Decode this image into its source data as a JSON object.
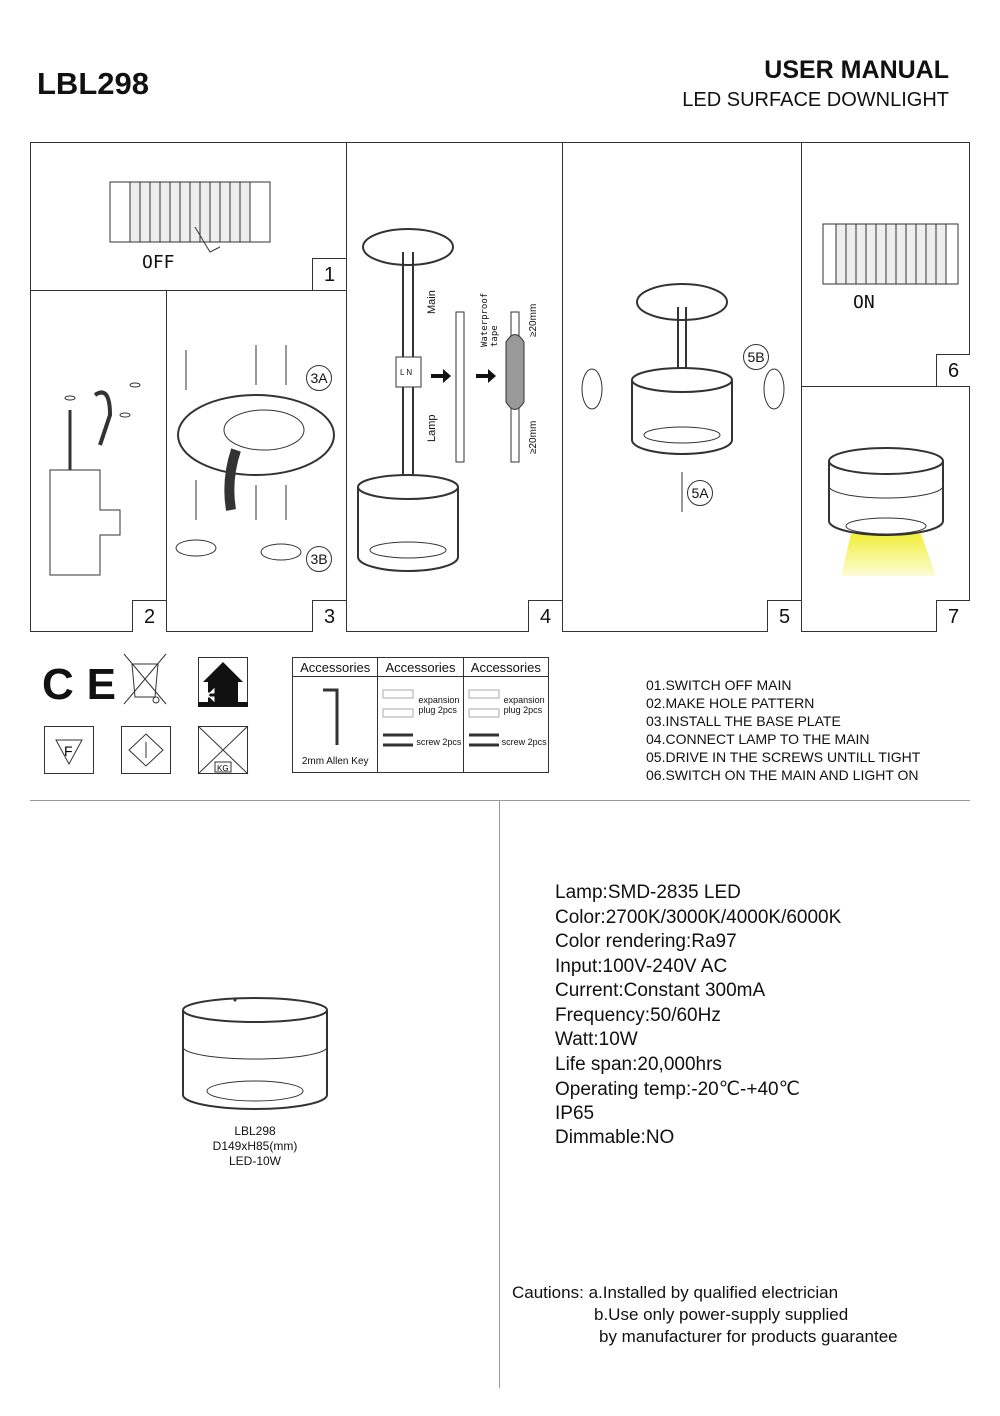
{
  "header": {
    "model": "LBL298",
    "title": "USER MANUAL",
    "subtitle": "LED SURFACE DOWNLIGHT"
  },
  "panels": {
    "p1": {
      "number": "1",
      "label": "OFF"
    },
    "p2": {
      "number": "2"
    },
    "p3": {
      "number": "3",
      "tag_a": "3A",
      "tag_b": "3B"
    },
    "p4": {
      "number": "4",
      "main": "Main",
      "lamp": "Lamp",
      "tape": "Waterproof tape",
      "dim_top": "≥20mm",
      "dim_bottom": "≥20mm",
      "terminals": "L  N"
    },
    "p5": {
      "number": "5",
      "tag_a": "5A",
      "tag_b": "5B"
    },
    "p6": {
      "number": "6",
      "label": "ON"
    },
    "p7": {
      "number": "7"
    }
  },
  "symbols": [
    "ce-mark",
    "weee-bin",
    "indoor-use",
    "f-mark",
    "class-i",
    "no-load"
  ],
  "symbol_text": {
    "kg": "KG"
  },
  "accessories": {
    "headers": [
      "Accessories",
      "Accessories",
      "Accessories"
    ],
    "col1": "2mm Allen Key",
    "col2": [
      "expansion plug 2pcs",
      "screw 2pcs"
    ],
    "col3": [
      "expansion plug 2pcs",
      "screw 2pcs"
    ]
  },
  "steps": [
    "01.SWITCH OFF MAIN",
    "02.MAKE HOLE PATTERN",
    "03.INSTALL THE BASE PLATE",
    "04.CONNECT LAMP TO THE MAIN",
    "05.DRIVE IN THE SCREWS UNTILL TIGHT",
    "06.SWITCH ON THE MAIN AND LIGHT ON"
  ],
  "product": {
    "model": "LBL298",
    "dimensions": "D149xH85(mm)",
    "power": "LED-10W"
  },
  "specs": [
    {
      "label": "Lamp",
      "value": "SMD-2835 LED"
    },
    {
      "label": "Color",
      "value": "2700K/3000K/4000K/6000K"
    },
    {
      "label": "Color rendering",
      "value": "Ra97"
    },
    {
      "label": "Input",
      "value": "100V-240V AC"
    },
    {
      "label": "Current",
      "value": "Constant 300mA"
    },
    {
      "label": "Frequency",
      "value": "50/60Hz"
    },
    {
      "label": " Watt",
      "value": "10W"
    },
    {
      "label": "Life span",
      "value": "20,000hrs"
    },
    {
      "label": "Operating temp",
      "value": "-20℃-+40℃"
    },
    {
      "label": "IP65",
      "value": ""
    },
    {
      "label": "Dimmable",
      "value": "NO"
    }
  ],
  "cautions": {
    "label": "Cautions:",
    "items": [
      "a.Installed by qualified electrician",
      "b.Use only power-supply supplied",
      "by manufacturer for products guarantee"
    ]
  },
  "colors": {
    "light": "#f2ef3a",
    "line": "#333333"
  }
}
